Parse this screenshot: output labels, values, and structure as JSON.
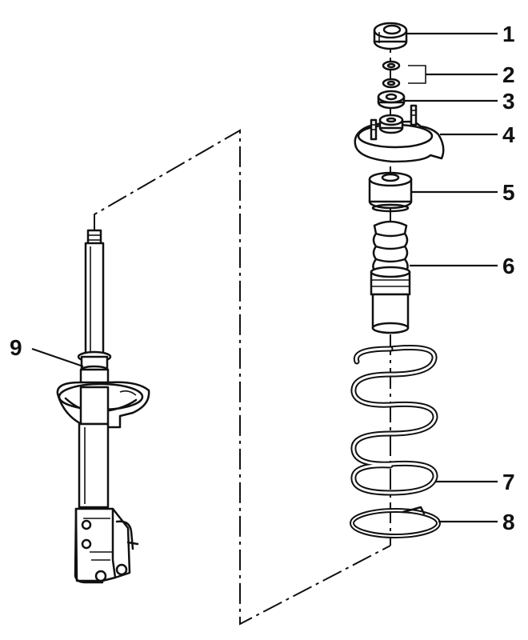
{
  "labels": [
    "1",
    "2",
    "3",
    "4",
    "5",
    "6",
    "7",
    "8",
    "9"
  ],
  "colors": {
    "ink": "#111111",
    "background": "#ffffff"
  }
}
